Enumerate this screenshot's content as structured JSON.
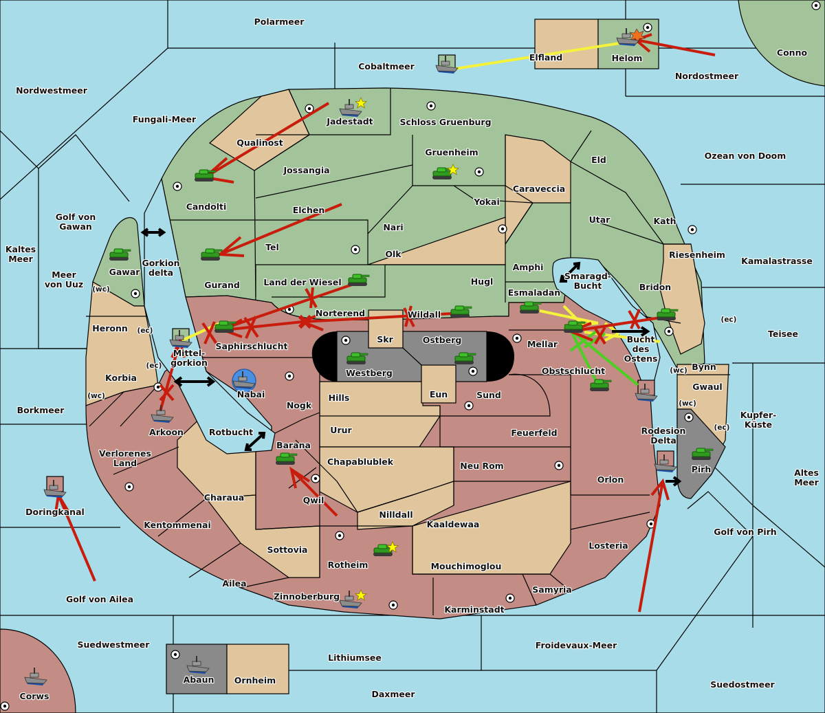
{
  "map": {
    "colors": {
      "sea": "#a7dce8",
      "green_power": "#a3c49a",
      "neutral": "#e1c59c",
      "red_power": "#c38c84",
      "grey_power": "#8a8a8a",
      "order_move_failed": "#c81c0c",
      "order_support": "#f4f23a",
      "order_convoy_support": "#4ccf22",
      "star": "#ffff00"
    },
    "seas": [
      {
        "id": "polarmeer",
        "label": "Polarmeer"
      },
      {
        "id": "cobaltmeer",
        "label": "Cobaltmeer"
      },
      {
        "id": "nordwestmeer",
        "label": "Nordwestmeer"
      },
      {
        "id": "fungali-meer",
        "label": "Fungali-Meer"
      },
      {
        "id": "nordostmeer",
        "label": "Nordostmeer"
      },
      {
        "id": "ozean-von-doom",
        "label": "Ozean von Doom"
      },
      {
        "id": "golf-von-gawan",
        "label": "Golf von\nGawan"
      },
      {
        "id": "kaltes-meer",
        "label": "Kaltes\nMeer"
      },
      {
        "id": "meer-von-uuz",
        "label": "Meer\nvon Uuz"
      },
      {
        "id": "gorkion-delta",
        "label": "Gorkion\ndelta"
      },
      {
        "id": "mittelgorkion",
        "label": "Mittel-\ngorkion"
      },
      {
        "id": "rotbucht",
        "label": "Rotbucht"
      },
      {
        "id": "smaragd-bucht",
        "label": "Smaragd-\nBucht"
      },
      {
        "id": "bucht-des-ostens",
        "label": "Bucht\ndes\nOstens"
      },
      {
        "id": "rodesion-delta",
        "label": "Rodesion\nDelta"
      },
      {
        "id": "kamalastrasse",
        "label": "Kamalastrasse"
      },
      {
        "id": "teisee",
        "label": "Teisee"
      },
      {
        "id": "kupfer-kueste",
        "label": "Kupfer-\nKüste"
      },
      {
        "id": "altes-meer",
        "label": "Altes\nMeer"
      },
      {
        "id": "borkmeer",
        "label": "Borkmeer"
      },
      {
        "id": "doringkanal",
        "label": "Doringkanal"
      },
      {
        "id": "golf-von-ailea",
        "label": "Golf von Ailea"
      },
      {
        "id": "golf-von-pirh",
        "label": "Golf von Pirh"
      },
      {
        "id": "suedwestmeer",
        "label": "Suedwestmeer"
      },
      {
        "id": "lithiumsee",
        "label": "Lithiumsee"
      },
      {
        "id": "froidevaux-meer",
        "label": "Froidevaux-Meer"
      },
      {
        "id": "daxmeer",
        "label": "Daxmeer"
      },
      {
        "id": "suedostmeer",
        "label": "Suedostmeer"
      }
    ],
    "lands": [
      {
        "id": "jadestadt",
        "label": "Jadestadt",
        "owner": "green"
      },
      {
        "id": "schloss-gruenburg",
        "label": "Schloss Gruenburg",
        "owner": "green"
      },
      {
        "id": "qualinost",
        "label": "Qualinost",
        "owner": "neutral"
      },
      {
        "id": "jossangia",
        "label": "Jossangia",
        "owner": "green"
      },
      {
        "id": "gruenheim",
        "label": "Gruenheim",
        "owner": "green"
      },
      {
        "id": "caraveccia",
        "label": "Caraveccia",
        "owner": "neutral"
      },
      {
        "id": "eld",
        "label": "Eld",
        "owner": "green"
      },
      {
        "id": "candolti",
        "label": "Candolti",
        "owner": "green"
      },
      {
        "id": "elchen",
        "label": "Elchen",
        "owner": "green"
      },
      {
        "id": "yokai",
        "label": "Yokai",
        "owner": "green"
      },
      {
        "id": "nari",
        "label": "Nari",
        "owner": "green"
      },
      {
        "id": "utar",
        "label": "Utar",
        "owner": "green"
      },
      {
        "id": "kath",
        "label": "Kath",
        "owner": "green"
      },
      {
        "id": "tel",
        "label": "Tel",
        "owner": "green"
      },
      {
        "id": "olk",
        "label": "Olk",
        "owner": "neutral"
      },
      {
        "id": "gawar",
        "label": "Gawar",
        "owner": "green"
      },
      {
        "id": "amphi",
        "label": "Amphi",
        "owner": "green"
      },
      {
        "id": "riesenheim",
        "label": "Riesenheim",
        "owner": "neutral"
      },
      {
        "id": "gurand",
        "label": "Gurand",
        "owner": "green"
      },
      {
        "id": "land-der-wiesel",
        "label": "Land der Wiesel",
        "owner": "green"
      },
      {
        "id": "hugl",
        "label": "Hugl",
        "owner": "green"
      },
      {
        "id": "bridon",
        "label": "Bridon",
        "owner": "green"
      },
      {
        "id": "esmaladan",
        "label": "Esmaladan",
        "owner": "green"
      },
      {
        "id": "heronn",
        "label": "Heronn",
        "owner": "neutral"
      },
      {
        "id": "norterend",
        "label": "Norterend",
        "owner": "green"
      },
      {
        "id": "wildall",
        "label": "Wildall",
        "owner": "green"
      },
      {
        "id": "saphirschlucht",
        "label": "Saphirschlucht",
        "owner": "red"
      },
      {
        "id": "skr",
        "label": "Skr",
        "owner": "neutral"
      },
      {
        "id": "ostberg",
        "label": "Ostberg",
        "owner": "grey"
      },
      {
        "id": "mellar",
        "label": "Mellar",
        "owner": "red"
      },
      {
        "id": "westberg",
        "label": "Westberg",
        "owner": "grey"
      },
      {
        "id": "korbia",
        "label": "Korbia",
        "owner": "neutral"
      },
      {
        "id": "nabai",
        "label": "Nabai",
        "owner": "red"
      },
      {
        "id": "obstschlucht",
        "label": "Obstschlucht",
        "owner": "red"
      },
      {
        "id": "bynn",
        "label": "Bynn",
        "owner": "neutral"
      },
      {
        "id": "gwaul",
        "label": "Gwaul",
        "owner": "neutral"
      },
      {
        "id": "hills",
        "label": "Hills",
        "owner": "neutral"
      },
      {
        "id": "eun",
        "label": "Eun",
        "owner": "neutral"
      },
      {
        "id": "sund",
        "label": "Sund",
        "owner": "red"
      },
      {
        "id": "nogk",
        "label": "Nogk",
        "owner": "red"
      },
      {
        "id": "arkoon",
        "label": "Arkoon",
        "owner": "red"
      },
      {
        "id": "urur",
        "label": "Urur",
        "owner": "neutral"
      },
      {
        "id": "feuerfeld",
        "label": "Feuerfeld",
        "owner": "red"
      },
      {
        "id": "barana",
        "label": "Barana",
        "owner": "red"
      },
      {
        "id": "verlorenes-land",
        "label": "Verlorenes\nLand",
        "owner": "red"
      },
      {
        "id": "chapablublek",
        "label": "Chapablublek",
        "owner": "neutral"
      },
      {
        "id": "neu-rom",
        "label": "Neu Rom",
        "owner": "red"
      },
      {
        "id": "pirh",
        "label": "Pirh",
        "owner": "grey"
      },
      {
        "id": "orlon",
        "label": "Orlon",
        "owner": "red"
      },
      {
        "id": "charaua",
        "label": "Charaua",
        "owner": "neutral"
      },
      {
        "id": "qwil",
        "label": "Qwil",
        "owner": "red"
      },
      {
        "id": "nilldall",
        "label": "Nilldall",
        "owner": "neutral"
      },
      {
        "id": "kentommenai",
        "label": "Kentommenai",
        "owner": "red"
      },
      {
        "id": "kaaldewaa",
        "label": "Kaaldewaa",
        "owner": "red"
      },
      {
        "id": "losteria",
        "label": "Losteria",
        "owner": "red"
      },
      {
        "id": "sottovia",
        "label": "Sottovia",
        "owner": "neutral"
      },
      {
        "id": "rotheim",
        "label": "Rotheim",
        "owner": "red"
      },
      {
        "id": "mouchimoglou",
        "label": "Mouchimoglou",
        "owner": "neutral"
      },
      {
        "id": "ailea",
        "label": "Ailea",
        "owner": "red"
      },
      {
        "id": "samyria",
        "label": "Samyria",
        "owner": "red"
      },
      {
        "id": "zinnoberburg",
        "label": "Zinnoberburg",
        "owner": "red"
      },
      {
        "id": "karminstadt",
        "label": "Karminstadt",
        "owner": "red"
      },
      {
        "id": "elfland",
        "label": "Elfland",
        "owner": "neutral"
      },
      {
        "id": "helom",
        "label": "Helom",
        "owner": "green"
      },
      {
        "id": "conno",
        "label": "Conno",
        "owner": "green"
      },
      {
        "id": "corws",
        "label": "Corws",
        "owner": "red"
      },
      {
        "id": "abaun",
        "label": "Abaun",
        "owner": "grey"
      },
      {
        "id": "ornheim",
        "label": "Ornheim",
        "owner": "neutral"
      }
    ],
    "coast_tags": [
      "(wc)",
      "(ec)",
      "(ec)",
      "(wc)",
      "(ec)",
      "(wc)",
      "(wc)",
      "(ec)"
    ],
    "units": [
      {
        "type": "fleet",
        "location": "Jadestadt",
        "owner": "green",
        "star": true
      },
      {
        "type": "army",
        "location": "Gruenheim",
        "owner": "green",
        "star": true
      },
      {
        "type": "army",
        "location": "Candolti",
        "owner": "green"
      },
      {
        "type": "army",
        "location": "Gurand",
        "owner": "green"
      },
      {
        "type": "army",
        "location": "Gawar",
        "owner": "green"
      },
      {
        "type": "army",
        "location": "Land der Wiesel",
        "owner": "green"
      },
      {
        "type": "army",
        "location": "Wildall",
        "owner": "green"
      },
      {
        "type": "army",
        "location": "Saphirschlucht",
        "owner": "green"
      },
      {
        "type": "army",
        "location": "Esmaladan",
        "owner": "green"
      },
      {
        "type": "army",
        "location": "Mellar",
        "owner": "green"
      },
      {
        "type": "army",
        "location": "Bridon",
        "owner": "green"
      },
      {
        "type": "fleet",
        "location": "Helom",
        "owner": "green",
        "dislodged": true
      },
      {
        "type": "fleet",
        "location": "Cobaltmeer",
        "owner": "green"
      },
      {
        "type": "fleet",
        "location": "Mittelgorkion",
        "owner": "green"
      },
      {
        "type": "army",
        "location": "Westberg",
        "owner": "grey"
      },
      {
        "type": "army",
        "location": "Ostberg",
        "owner": "grey"
      },
      {
        "type": "army",
        "location": "Pirh",
        "owner": "grey"
      },
      {
        "type": "fleet",
        "location": "Abaun",
        "owner": "grey"
      },
      {
        "type": "fleet",
        "location": "Nabai",
        "owner": "red",
        "highlighted": true
      },
      {
        "type": "fleet",
        "location": "Arkoon",
        "owner": "red"
      },
      {
        "type": "army",
        "location": "Barana",
        "owner": "red"
      },
      {
        "type": "army",
        "location": "Obstschlucht",
        "owner": "red"
      },
      {
        "type": "army",
        "location": "Rotheim",
        "owner": "red",
        "star": true
      },
      {
        "type": "fleet",
        "location": "Zinnoberburg",
        "owner": "red",
        "star": true
      },
      {
        "type": "fleet",
        "location": "Bucht des Ostens",
        "owner": "red"
      },
      {
        "type": "fleet",
        "location": "Rodesion Delta",
        "owner": "red"
      },
      {
        "type": "fleet",
        "location": "Doringkanal",
        "owner": "red"
      },
      {
        "type": "fleet",
        "location": "Corws",
        "owner": "red"
      }
    ]
  }
}
